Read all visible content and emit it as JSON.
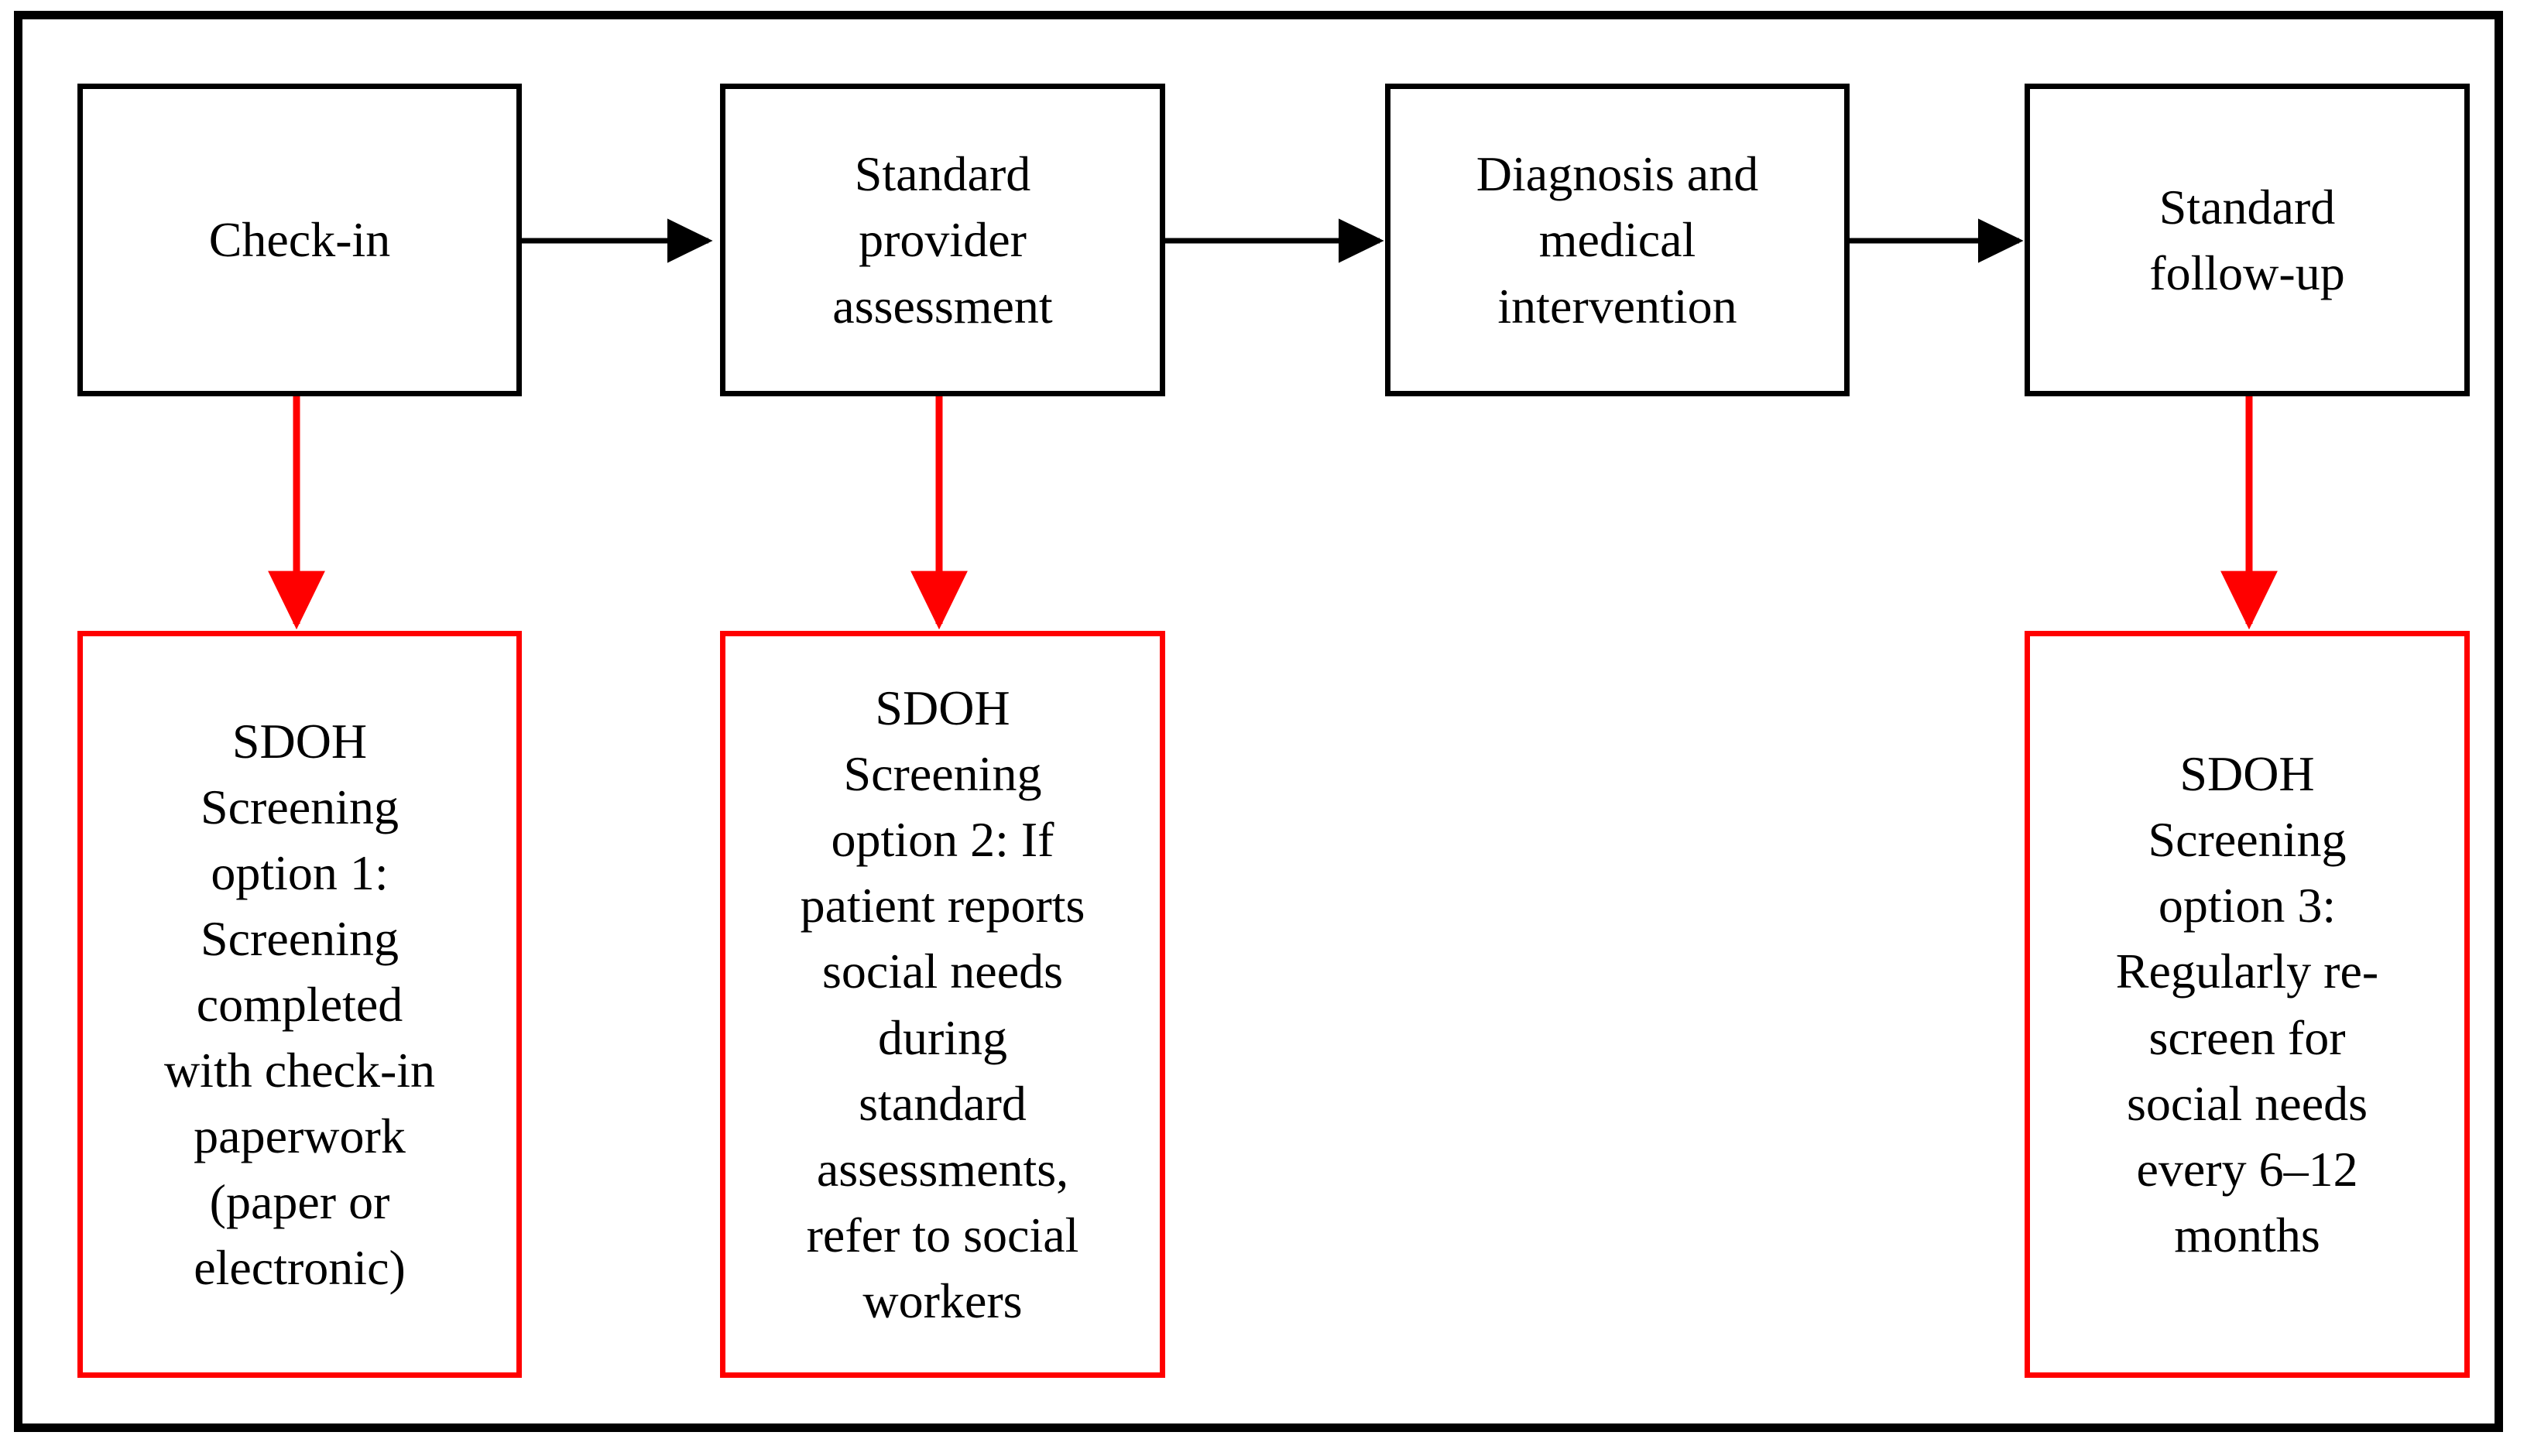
{
  "figure": {
    "title": "SDOH screening integration workflow",
    "background_color": "#ffffff",
    "frame_color": "#000000",
    "stage_box_color": "#000000",
    "screening_box_color": "#ff0000",
    "stage_arrow_color": "#000000",
    "screening_arrow_color": "#ff0000"
  },
  "stages": [
    {
      "id": "check-in",
      "label": "Check-in"
    },
    {
      "id": "standard-provider-assessment",
      "label": "Standard\nprovider\nassessment"
    },
    {
      "id": "diagnosis-and-medical-intervention",
      "label": "Diagnosis and\nmedical\nintervention"
    },
    {
      "id": "standard-follow-up",
      "label": "Standard\nfollow-up"
    }
  ],
  "screening_options": [
    {
      "id": "screening-option-1",
      "option_number": "1",
      "label": "SDOH\nScreening\noption 1:\nScreening\ncompleted\nwith check-in\npaperwork\n(paper or\nelectronic)",
      "parent_stage": "check-in"
    },
    {
      "id": "screening-option-2",
      "option_number": "2",
      "label": "SDOH\nScreening\noption 2: If\npatient reports\nsocial needs\nduring\nstandard\nassessments,\nrefer to social\nworkers",
      "parent_stage": "standard-provider-assessment"
    },
    {
      "id": "screening-option-3",
      "option_number": "3",
      "label": "SDOH\nScreening\noption 3:\nRegularly re-\nscreen for\nsocial needs\nevery 6–12\nmonths",
      "parent_stage": "standard-follow-up"
    }
  ],
  "connectors": {
    "stage_flow": [
      {
        "id": "arrow-checkin-to-assessment",
        "from": "check-in",
        "to": "standard-provider-assessment",
        "direction": "right"
      },
      {
        "id": "arrow-assessment-to-diagnosis",
        "from": "standard-provider-assessment",
        "to": "diagnosis-and-medical-intervention",
        "direction": "right"
      },
      {
        "id": "arrow-diagnosis-to-followup",
        "from": "diagnosis-and-medical-intervention",
        "to": "standard-follow-up",
        "direction": "right"
      }
    ],
    "screening_drop": [
      {
        "id": "arrow-checkin-to-option1",
        "from": "check-in",
        "to": "screening-option-1",
        "direction": "down"
      },
      {
        "id": "arrow-assessment-to-option2",
        "from": "standard-provider-assessment",
        "to": "screening-option-2",
        "direction": "down"
      },
      {
        "id": "arrow-followup-to-option3",
        "from": "standard-follow-up",
        "to": "screening-option-3",
        "direction": "down"
      }
    ]
  }
}
